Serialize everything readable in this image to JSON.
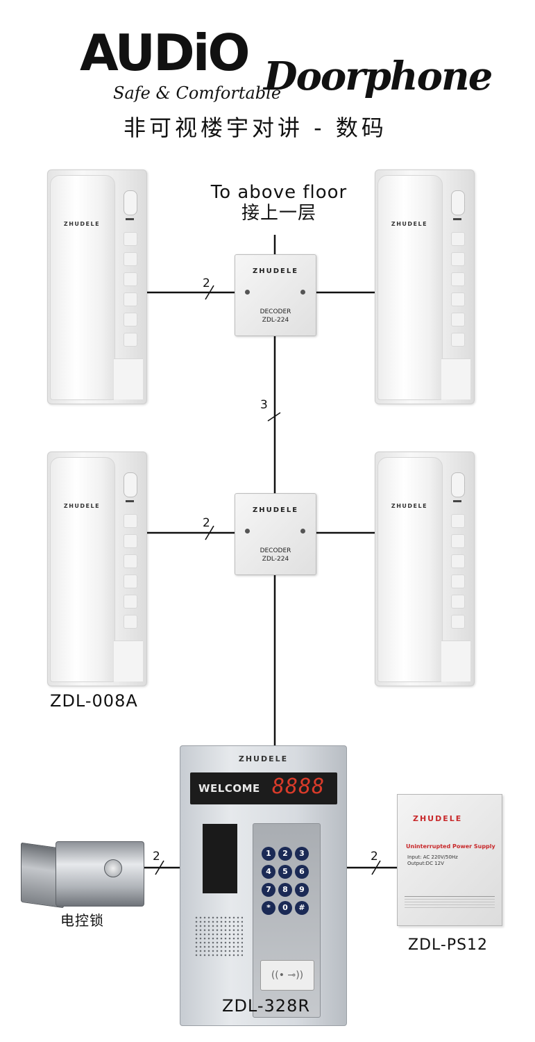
{
  "header": {
    "brand_main": "AUDiO",
    "brand_sub": "Doorphone",
    "tagline": "Safe & Comfortable",
    "title_cn": "非可视楼宇对讲 - 数码"
  },
  "top_note": {
    "line1": "To above floor",
    "line2": "接上一层"
  },
  "handset": {
    "brand": "ZHUDELE",
    "model": "ZDL-008A"
  },
  "decoder": {
    "brand": "ZHUDELE",
    "line1": "DECODER",
    "line2": "ZDL-224"
  },
  "wire_counts": {
    "floor2_left": "2",
    "riser": "3",
    "floor1_left": "2",
    "lock": "2",
    "power": "2"
  },
  "door_station": {
    "brand": "ZHUDELE",
    "welcome": "WELCOME",
    "display": "8888",
    "keys": [
      "1",
      "2",
      "3",
      "4",
      "5",
      "6",
      "7",
      "8",
      "9",
      "*",
      "0",
      "#"
    ],
    "model": "ZDL-328R"
  },
  "lock": {
    "label": "电控锁"
  },
  "power_supply": {
    "brand": "ZHUDELE",
    "title": "Uninterrupted Power Supply",
    "spec1": "Input: AC 220V/50Hz",
    "spec2": "Output:DC 12V",
    "model": "ZDL-PS12"
  }
}
